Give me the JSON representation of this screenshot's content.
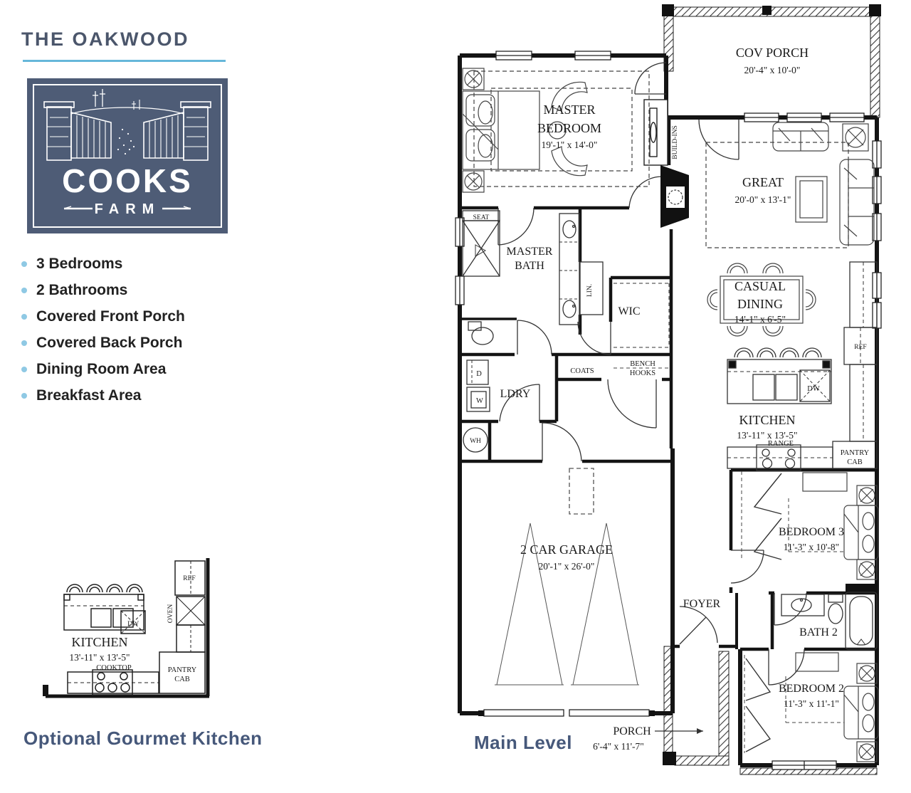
{
  "title": "THE OAKWOOD",
  "logo": {
    "brand": "COOKS",
    "brand_sub": "FARM"
  },
  "features": [
    "3 Bedrooms",
    "2 Bathrooms",
    "Covered Front Porch",
    "Covered Back Porch",
    "Dining Room Area",
    "Breakfast Area"
  ],
  "optional_kitchen": {
    "caption": "Optional Gourmet Kitchen",
    "room": "KITCHEN",
    "dims": "13'-11\" x 13'-5\"",
    "cooktop": "COOKTOP",
    "dw": "DW",
    "ref": "REF",
    "oven": "OVEN",
    "pantry1": "PANTRY",
    "pantry2": "CAB"
  },
  "plan": {
    "caption": "Main Level",
    "cov_porch": {
      "name": "COV PORCH",
      "dims": "20'-4\" x 10'-0\""
    },
    "master_bedroom": {
      "l1": "MASTER",
      "l2": "BEDROOM",
      "dims": "19'-1\" x 14'-0\""
    },
    "great": {
      "name": "GREAT",
      "dims": "20'-0\" x 13'-1\""
    },
    "casual_dining": {
      "l1": "CASUAL",
      "l2": "DINING",
      "dims": "14'-1\" x 6'-5\""
    },
    "kitchen": {
      "name": "KITCHEN",
      "dims": "13'-11\" x 13'-5\""
    },
    "master_bath": {
      "l1": "MASTER",
      "l2": "BATH"
    },
    "garage": {
      "name": "2 CAR GARAGE",
      "dims": "20'-1\" x 26'-0\""
    },
    "porch": {
      "name": "PORCH",
      "dims": "6'-4\" x 11'-7\""
    },
    "bedroom3": {
      "name": "BEDROOM 3",
      "dims": "11'-3\" x 10'-8\""
    },
    "bedroom2": {
      "name": "BEDROOM 2",
      "dims": "11'-3\" x 11'-1\""
    },
    "bath2": "BATH 2",
    "foyer": "FOYER",
    "wic": "WIC",
    "ldry": "LDRY",
    "small": {
      "seat": "SEAT",
      "lin": "LIN.",
      "coats": "COATS",
      "bench1": "BENCH",
      "bench2": "HOOKS",
      "d": "D",
      "w": "W",
      "wh": "WH",
      "buildins": "BUILD-INS",
      "range": "RANGE",
      "dw": "DW",
      "ref": "REF",
      "pantry1": "PANTRY",
      "pantry2": "CAB"
    }
  },
  "colors": {
    "slate": "#4e5c76",
    "accent_blue": "#66b7da",
    "bullet_blue": "#8fc9e4",
    "ink": "#1a1a1a"
  }
}
